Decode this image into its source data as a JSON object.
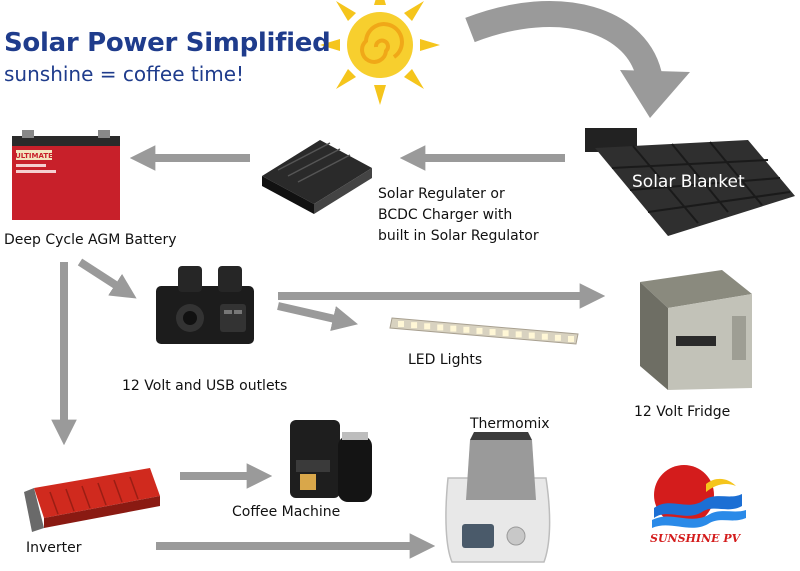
{
  "header": {
    "title": "Solar Power Simplified",
    "subtitle": "sunshine = coffee time!"
  },
  "components": {
    "battery": {
      "label": "Deep Cycle AGM Battery",
      "brand": "ULTIMATE"
    },
    "regulator": {
      "line1": "Solar Regulater or",
      "line2": "BCDC Charger with",
      "line3": "built in Solar Regulator"
    },
    "blanket": {
      "label": "Solar Blanket"
    },
    "outlets": {
      "label": "12 Volt and USB outlets"
    },
    "led": {
      "label": "LED Lights"
    },
    "fridge": {
      "label": "12 Volt Fridge"
    },
    "coffee": {
      "label": "Coffee Machine"
    },
    "thermomix": {
      "label": "Thermomix"
    },
    "inverter": {
      "label": "Inverter"
    }
  },
  "logo": {
    "text": "SUNSHINE PV"
  },
  "colors": {
    "title": "#1f3c8c",
    "arrow": "#9a9a9a",
    "sun": "#f5c51c",
    "battery_red": "#c8202a",
    "inverter_red": "#d02a1e",
    "logo_red": "#d41c1c",
    "logo_blue": "#1c6fd4"
  },
  "icons": [
    "sun-icon",
    "battery-icon",
    "regulator-icon",
    "solar-blanket-icon",
    "outlets-icon",
    "led-strip-icon",
    "fridge-icon",
    "coffee-machine-icon",
    "thermomix-icon",
    "inverter-icon",
    "sunshine-pv-logo"
  ]
}
